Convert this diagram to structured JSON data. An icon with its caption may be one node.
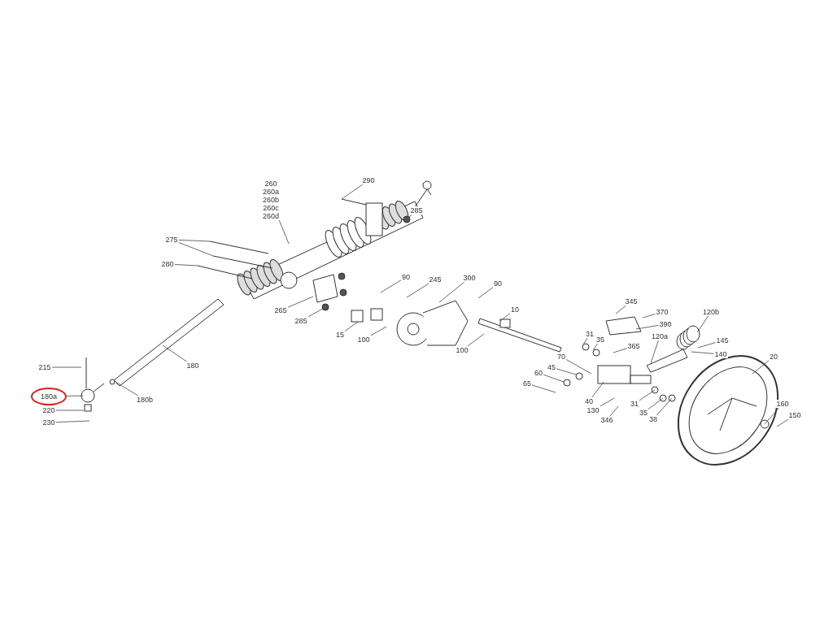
{
  "diagram": {
    "nodes": [
      {
        "text": [
          "290"
        ]
      },
      {
        "text": [
          "260 260a 260b 260c 260d"
        ]
      },
      {
        "text": [
          "285"
        ]
      },
      {
        "text": [
          "275"
        ]
      },
      {
        "text": [
          "280"
        ]
      },
      {
        "text": [
          "90"
        ]
      },
      {
        "text": [
          "245"
        ]
      },
      {
        "text": [
          "300"
        ]
      },
      {
        "text": [
          "90"
        ]
      },
      {
        "text": [
          "265"
        ]
      },
      {
        "text": [
          "285"
        ]
      },
      {
        "text": [
          "345"
        ]
      },
      {
        "text": [
          "370"
        ]
      },
      {
        "text": [
          "10"
        ]
      },
      {
        "text": [
          "390"
        ]
      },
      {
        "text": [
          "15"
        ]
      },
      {
        "text": [
          "120b"
        ]
      },
      {
        "text": [
          "100"
        ]
      },
      {
        "text": [
          "100"
        ]
      },
      {
        "text": [
          "31"
        ]
      },
      {
        "text": [
          "35"
        ]
      },
      {
        "text": [
          "365"
        ]
      },
      {
        "text": [
          "145"
        ]
      },
      {
        "text": [
          "215"
        ]
      },
      {
        "text": [
          "180"
        ]
      },
      {
        "text": [
          "120a"
        ]
      },
      {
        "text": [
          "140"
        ]
      },
      {
        "text": [
          "20"
        ]
      },
      {
        "text": [
          "70"
        ]
      },
      {
        "text": [
          "45"
        ]
      },
      {
        "text": [
          "60"
        ]
      },
      {
        "text": [
          "180a"
        ]
      },
      {
        "text": [
          "65"
        ]
      },
      {
        "text": [
          "180b"
        ]
      },
      {
        "text": [
          "40"
        ]
      },
      {
        "text": [
          "220"
        ]
      },
      {
        "text": [
          "130"
        ]
      },
      {
        "text": [
          "31"
        ]
      },
      {
        "text": [
          "35"
        ]
      },
      {
        "text": [
          "38"
        ]
      },
      {
        "text": [
          "346"
        ]
      },
      {
        "text": [
          "160"
        ]
      },
      {
        "text": [
          "230"
        ]
      },
      {
        "text": [
          "150"
        ]
      }
    ],
    "edges": [
      {
        "from": 0,
        "to": null,
        "arrow": "none"
      },
      {
        "from": 1,
        "to": null,
        "arrow": "none"
      },
      {
        "from": 2,
        "to": null,
        "arrow": "none"
      },
      {
        "from": 3,
        "to": null,
        "arrow": "none"
      },
      {
        "from": 3,
        "to": null,
        "arrow": "none"
      },
      {
        "from": 4,
        "to": null,
        "arrow": "none"
      },
      {
        "from": 5,
        "to": null,
        "arrow": "none"
      },
      {
        "from": 6,
        "to": null,
        "arrow": "none"
      },
      {
        "from": 7,
        "to": null,
        "arrow": "none"
      },
      {
        "from": 8,
        "to": null,
        "arrow": "none"
      },
      {
        "from": 9,
        "to": null,
        "arrow": "none"
      },
      {
        "from": 10,
        "to": null,
        "arrow": "none"
      },
      {
        "from": 11,
        "to": null,
        "arrow": "none"
      },
      {
        "from": 12,
        "to": null,
        "arrow": "none"
      },
      {
        "from": 13,
        "to": null,
        "arrow": "none"
      },
      {
        "from": 14,
        "to": null,
        "arrow": "none"
      },
      {
        "from": 15,
        "to": null,
        "arrow": "none"
      },
      {
        "from": 16,
        "to": null,
        "arrow": "none"
      },
      {
        "from": 17,
        "to": null,
        "arrow": "none"
      },
      {
        "from": 18,
        "to": null,
        "arrow": "none"
      },
      {
        "from": 19,
        "to": null,
        "arrow": "none"
      },
      {
        "from": 20,
        "to": null,
        "arrow": "none"
      },
      {
        "from": 21,
        "to": null,
        "arrow": "none"
      },
      {
        "from": 22,
        "to": null,
        "arrow": "none"
      },
      {
        "from": 23,
        "to": null,
        "arrow": "none"
      },
      {
        "from": 24,
        "to": null,
        "arrow": "none"
      },
      {
        "from": 25,
        "to": null,
        "arrow": "none"
      },
      {
        "from": 26,
        "to": null,
        "arrow": "none"
      },
      {
        "from": 27,
        "to": null,
        "arrow": "none"
      },
      {
        "from": 28,
        "to": null,
        "arrow": "none"
      },
      {
        "from": 29,
        "to": null,
        "arrow": "none"
      },
      {
        "from": 30,
        "to": null,
        "arrow": "none"
      },
      {
        "from": 31,
        "to": null,
        "arrow": "none"
      },
      {
        "from": 32,
        "to": null,
        "arrow": "none"
      },
      {
        "from": 33,
        "to": null,
        "arrow": "none"
      },
      {
        "from": 34,
        "to": null,
        "arrow": "none"
      },
      {
        "from": 35,
        "to": null,
        "arrow": "none"
      },
      {
        "from": 36,
        "to": null,
        "arrow": "none"
      },
      {
        "from": 37,
        "to": null,
        "arrow": "none"
      },
      {
        "from": 38,
        "to": null,
        "arrow": "none"
      },
      {
        "from": 39,
        "to": null,
        "arrow": "none"
      },
      {
        "from": 40,
        "to": null,
        "arrow": "none"
      },
      {
        "from": 41,
        "to": null,
        "arrow": "none"
      },
      {
        "from": 42,
        "to": null,
        "arrow": "none"
      },
      {
        "from": 43,
        "to": null,
        "arrow": "none"
      }
    ]
  }
}
